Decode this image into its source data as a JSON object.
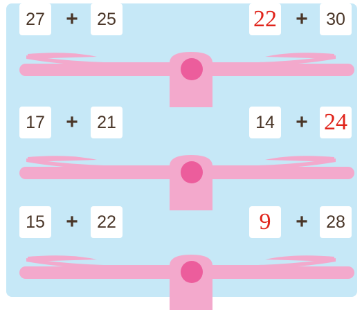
{
  "rows": [
    {
      "left": {
        "a": "27",
        "op": "+",
        "b": "25"
      },
      "right": {
        "a": "22",
        "op": "+",
        "b": "30"
      },
      "answer_position": "right-a"
    },
    {
      "left": {
        "a": "17",
        "op": "+",
        "b": "21"
      },
      "right": {
        "a": "14",
        "op": "+",
        "b": "24"
      },
      "answer_position": "right-b"
    },
    {
      "left": {
        "a": "15",
        "op": "+",
        "b": "22"
      },
      "right": {
        "a": "9",
        "op": "+",
        "b": "28"
      },
      "answer_position": "right-a"
    }
  ],
  "colors": {
    "background": "#c6e8f7",
    "scale_beam": "#f3a9cc",
    "pivot": "#ec5d9c",
    "number_text": "#4a3628",
    "answer_text": "#e0241b"
  }
}
